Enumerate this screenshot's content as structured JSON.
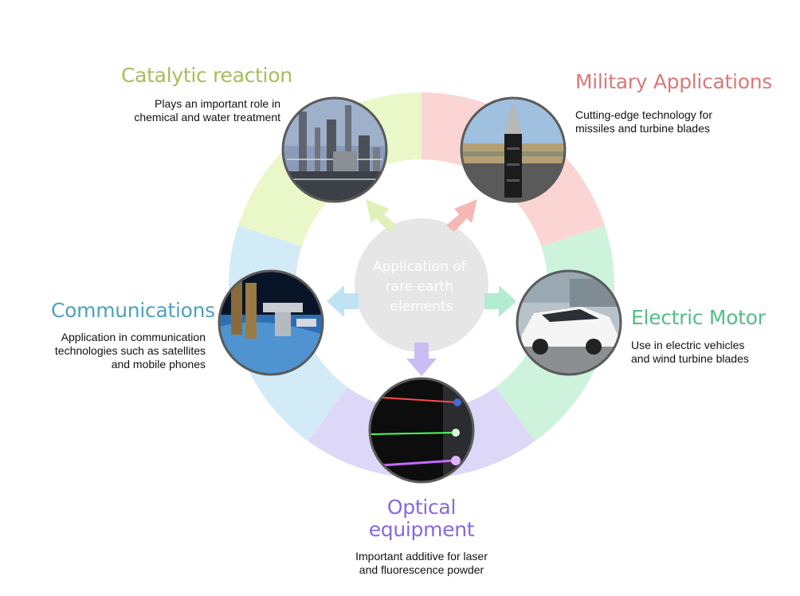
{
  "center": {
    "lines": [
      "Application of",
      "rare earth",
      "elements"
    ]
  },
  "sections": [
    {
      "id": "catalytic",
      "title": "Catalytic reaction",
      "desc": [
        "Plays an important role in",
        "chemical and water treatment"
      ],
      "color": "#a4bf58",
      "ring_color": "#eaf8c9",
      "photo": "refinery-photo"
    },
    {
      "id": "military",
      "title": "Military Applications",
      "desc": [
        "Cutting-edge technology for",
        "missiles and turbine blades"
      ],
      "color": "#d9797a",
      "ring_color": "#fbd5d3",
      "photo": "missile-photo"
    },
    {
      "id": "motor",
      "title": "Electric Motor",
      "desc": [
        "Use in electric vehicles",
        "and wind turbine blades"
      ],
      "color": "#54be88",
      "ring_color": "#cdf3dd",
      "photo": "electric-car-photo"
    },
    {
      "id": "optical",
      "title_lines": [
        "Optical",
        "equipment"
      ],
      "desc": [
        "Important additive for laser",
        "and fluorescence powder"
      ],
      "color": "#8569de",
      "ring_color": "#ddd8f8",
      "photo": "laser-photo"
    },
    {
      "id": "communications",
      "title": "Communications",
      "desc": [
        "Application in communication",
        "technologies such as satellites",
        "and mobile phones"
      ],
      "color": "#4ea2bd",
      "ring_color": "#d3ebf7",
      "photo": "space-station-photo"
    }
  ],
  "center_color": "#e6e6e6",
  "arrow_colors": {
    "catalytic": "#dff0b8",
    "military": "#f6b8b5",
    "motor": "#b3ecd0",
    "optical": "#c9bdf3",
    "communications": "#bfe3f3"
  }
}
